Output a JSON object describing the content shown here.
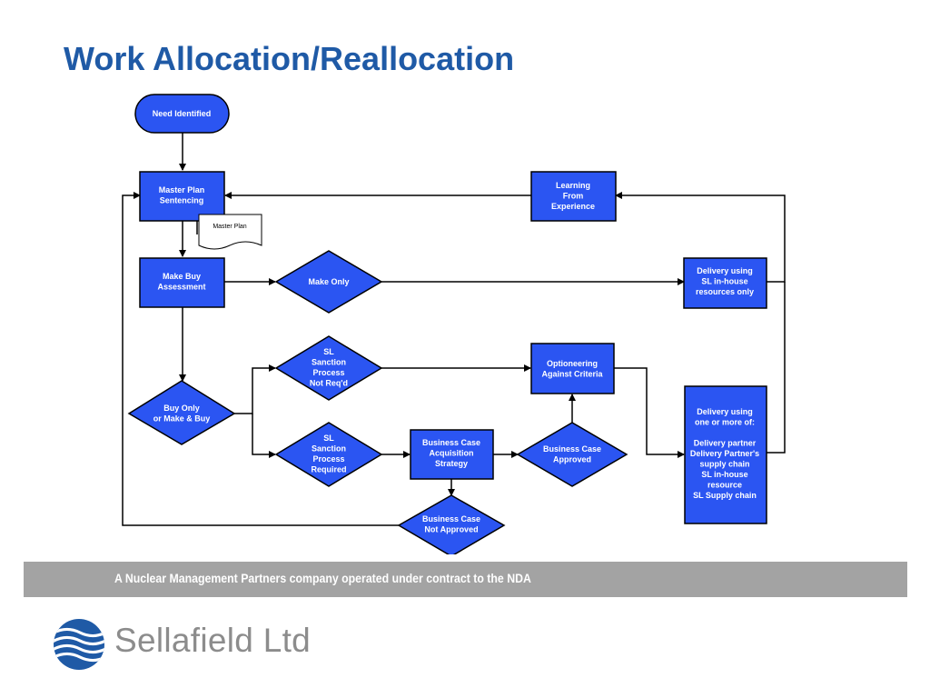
{
  "slide": {
    "title": "Work Allocation/Reallocation",
    "footer": "A Nuclear Management Partners company operated under contract to the NDA",
    "logo_text": "Sellafield Ltd"
  },
  "colors": {
    "title": "#1f5aa6",
    "node_fill": "#2b55f2",
    "node_stroke": "#000000",
    "footer_band": "#a3a3a3",
    "logo_gray": "#8c8c8c",
    "logo_blue": "#1f5aa6"
  },
  "diagram": {
    "nodes": {
      "need_identified": "Need  Identified",
      "master_plan_sentencing": [
        "Master Plan",
        "Sentencing"
      ],
      "master_plan_doc": "Master Plan",
      "learning_from_experience": [
        "Learning",
        "From",
        "Experience"
      ],
      "make_buy_assessment": [
        "Make Buy",
        "Assessment"
      ],
      "make_only": "Make Only",
      "delivery_inhouse_only": [
        "Delivery using",
        "SL in-house",
        "resources only"
      ],
      "sl_sanction_not_reqd": [
        "SL",
        "Sanction",
        "Process",
        "Not Req'd"
      ],
      "optioneering": [
        "Optioneering",
        "Against Criteria"
      ],
      "buy_only_make_buy": [
        "Buy Only",
        "or Make & Buy"
      ],
      "sl_sanction_required": [
        "SL",
        "Sanction",
        "Process",
        "Required"
      ],
      "business_case_acquisition": [
        "Business Case",
        "Acquisition",
        "Strategy"
      ],
      "business_case_approved": [
        "Business Case",
        "Approved"
      ],
      "business_case_not_approved": [
        "Business Case",
        "Not Approved"
      ],
      "delivery_one_or_more": [
        "Delivery using",
        "one or more of:",
        "",
        "Delivery partner",
        "Delivery Partner's",
        "supply chain",
        "SL in-house",
        "resource",
        "SL Supply chain"
      ]
    }
  }
}
